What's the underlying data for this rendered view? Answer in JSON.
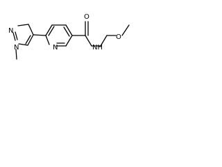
{
  "molecule": {
    "atoms": {
      "pyrazole_n_left": "N",
      "pyrazole_n_lower": "N",
      "pyridine_n": "N",
      "amide_o": "O",
      "amide_nh": "NH",
      "ether_o": "O"
    }
  }
}
